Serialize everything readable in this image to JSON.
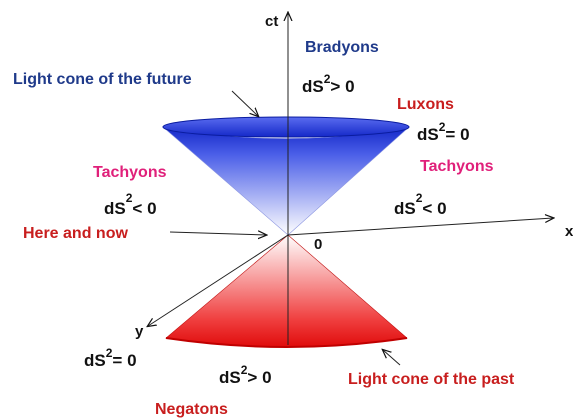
{
  "axes": {
    "time_axis": "ct",
    "x_axis": "x",
    "y_axis": "y",
    "origin": "0"
  },
  "labels": {
    "future_cone": "Light cone of the future",
    "past_cone": "Light cone of the past",
    "here_and_now": "Here and now",
    "bradyons": "Bradyons",
    "luxons": "Luxons",
    "tachyons_left": "Tachyons",
    "tachyons_right": "Tachyons",
    "negatons": "Negatons"
  },
  "intervals": {
    "bradyons": {
      "base": "dS",
      "exp": "2",
      "rel": "> 0"
    },
    "luxons": {
      "base": "dS",
      "exp": "2",
      "rel": "= 0"
    },
    "tachyons_left": {
      "base": "dS",
      "exp": "2",
      "rel": "< 0"
    },
    "tachyons_right": {
      "base": "dS",
      "exp": "2",
      "rel": "< 0"
    },
    "past_left": {
      "base": "dS",
      "exp": "2",
      "rel": "= 0"
    },
    "past_center": {
      "base": "dS",
      "exp": "2",
      "rel": "> 0"
    }
  },
  "colors": {
    "future_cone": "#2a3fd6",
    "past_cone": "#e81818",
    "bradyons": "#1f3a8a",
    "tachyons": "#e0207a",
    "red_labels": "#c81e1e"
  }
}
